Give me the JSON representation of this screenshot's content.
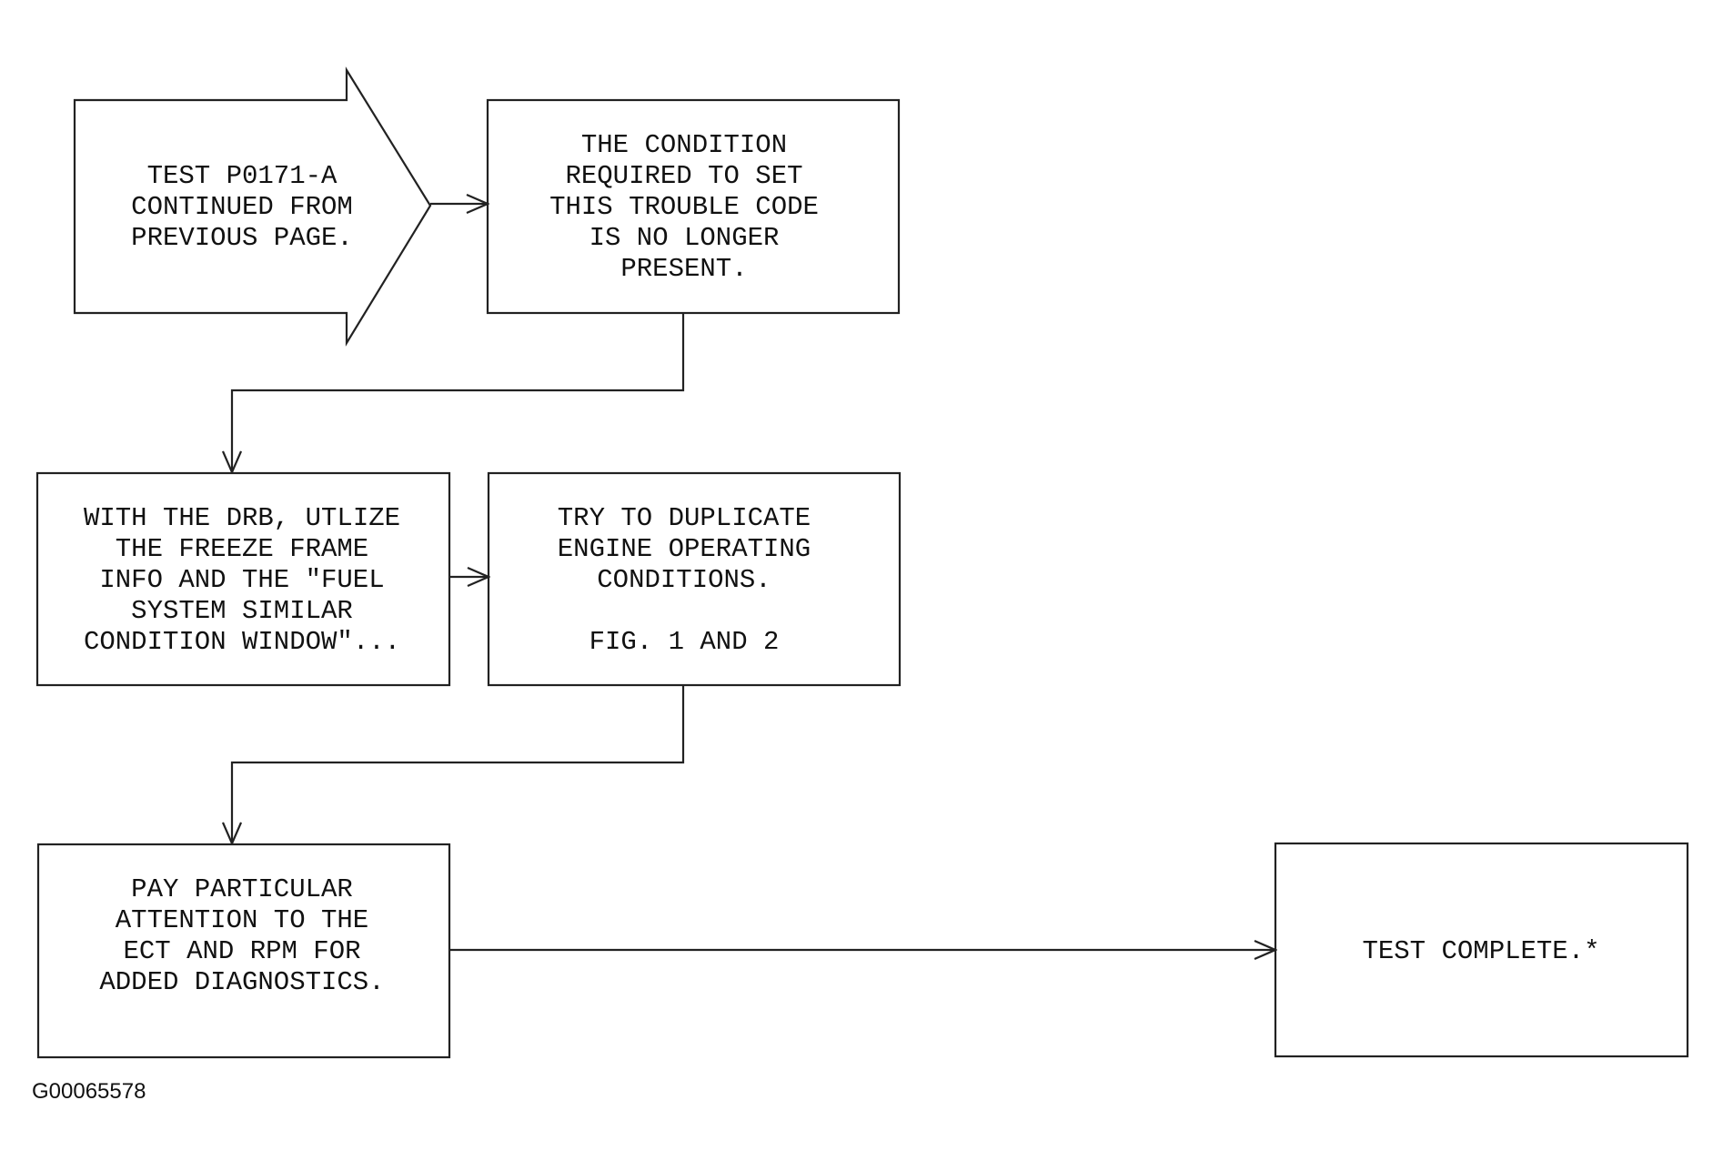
{
  "colors": {
    "stroke": "#222222",
    "text": "#111111",
    "background": "#ffffff"
  },
  "nodes": {
    "start": {
      "lines": [
        "TEST P0171-A",
        "CONTINUED FROM",
        "PREVIOUS PAGE."
      ]
    },
    "condition": {
      "lines": [
        "THE CONDITION",
        "REQUIRED TO SET",
        "THIS TROUBLE CODE",
        "IS NO LONGER",
        "PRESENT."
      ]
    },
    "drb": {
      "lines": [
        "WITH THE DRB, UTLIZE",
        "THE FREEZE FRAME",
        "INFO AND THE \"FUEL",
        "SYSTEM SIMILAR",
        "CONDITION WINDOW\"..."
      ]
    },
    "duplicate": {
      "lines": [
        "TRY TO DUPLICATE",
        "ENGINE OPERATING",
        "CONDITIONS.",
        "",
        "FIG. 1 AND 2"
      ]
    },
    "attention": {
      "lines": [
        "PAY PARTICULAR",
        "ATTENTION TO THE",
        "ECT AND RPM FOR",
        "ADDED DIAGNOSTICS."
      ]
    },
    "complete": {
      "lines": [
        "TEST COMPLETE.*"
      ]
    }
  },
  "figure_id": "G00065578"
}
